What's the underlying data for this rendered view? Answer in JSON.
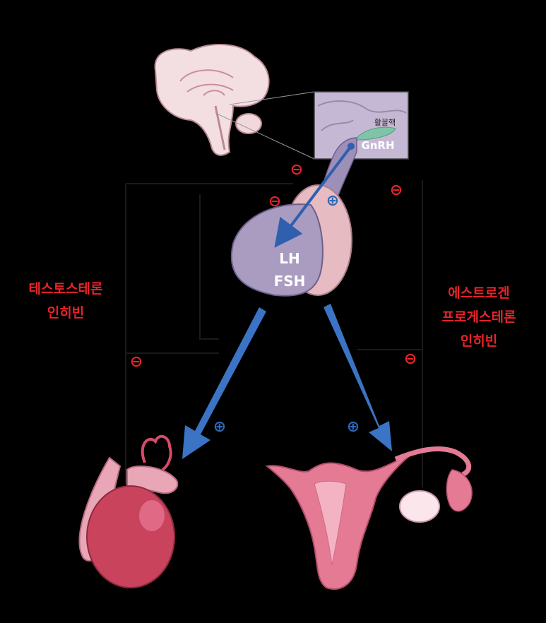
{
  "labels": {
    "nucleus": "활꼴핵",
    "gnrh": "GnRH",
    "lh": "LH",
    "fsh": "FSH",
    "male_hormones": [
      "테스토스테론",
      "인히빈"
    ],
    "female_hormones": [
      "에스트로겐",
      "프로게스테론",
      "인히빈"
    ]
  },
  "signs": {
    "inhibit": "⊖",
    "stimulate": "⊕"
  },
  "colors": {
    "background": "#000000",
    "inhibit_red": "#e8232a",
    "stimulate_blue": "#2f68b8",
    "arrow_blue": "#3b74c4",
    "brain_pink": "#f3dfe2",
    "pituitary_purple": "#a99cc0",
    "pituitary_pink": "#e6bcc2",
    "testis_red": "#c9435d",
    "uterus_pink": "#e57a95",
    "nucleus_green": "#7fc4a8"
  },
  "icons": [
    "brain-icon",
    "hypothalamus-inset",
    "pituitary-icon",
    "testis-icon",
    "uterus-icon",
    "ovary-icon"
  ]
}
